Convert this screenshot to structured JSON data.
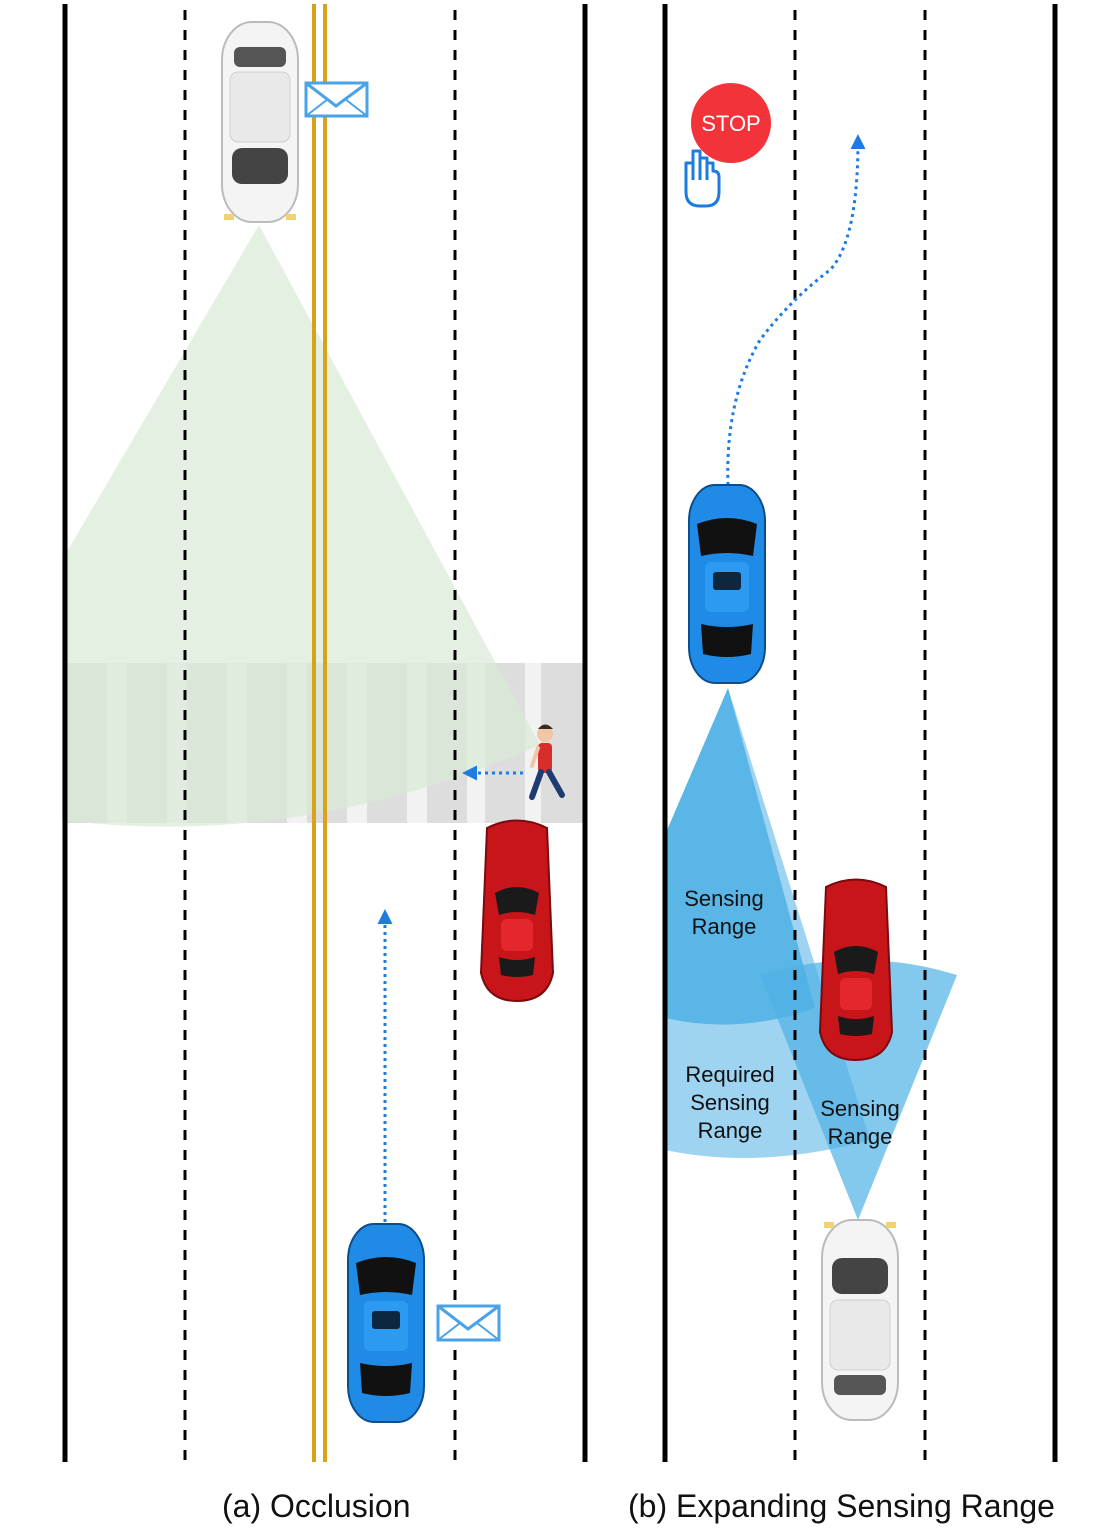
{
  "panel_a": {
    "caption": "(a) Occlusion"
  },
  "panel_b": {
    "caption": "(b) Expanding Sensing Range",
    "stop_sign": "STOP",
    "sensing_range_left": [
      "Sensing",
      "Range"
    ],
    "required_sensing_range": [
      "Required",
      "Sensing",
      "Range"
    ],
    "sensing_range_right": [
      "Sensing",
      "Range"
    ]
  },
  "colors": {
    "road_edge": "#000000",
    "center_line": "#d9a21b",
    "sensing_green": "#d9ebd6",
    "sensing_blue": "#4fb0e6",
    "arrow_blue": "#1e7be0",
    "car_blue": "#1f8be6",
    "car_red": "#c8151a",
    "car_white": "#f2f2f2",
    "stop_red": "#f2333a"
  }
}
